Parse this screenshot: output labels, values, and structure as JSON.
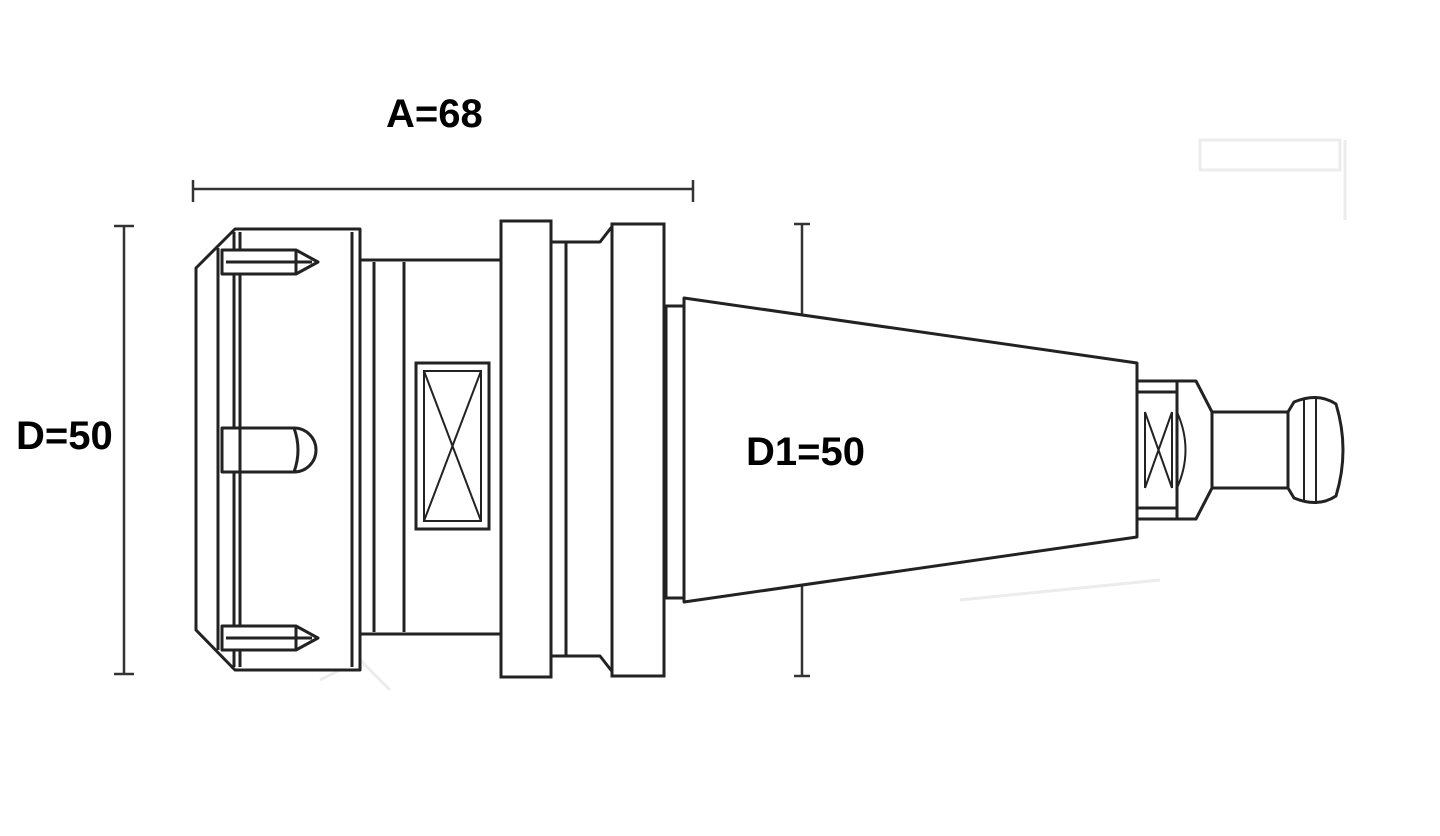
{
  "dimensions": {
    "a": "A=68",
    "d": "D=50",
    "d1": "D1=50"
  },
  "colors": {
    "outline": "#222222",
    "dimension_line": "#333333",
    "background": "#ffffff",
    "ghost": "#ececec"
  },
  "icons": {
    "collet_nut": "collet-nut-outline",
    "wrench_flats": "crossed-rectangle-flats",
    "taper": "conical-taper-outline",
    "pull_stud": "pull-stud-knob"
  }
}
